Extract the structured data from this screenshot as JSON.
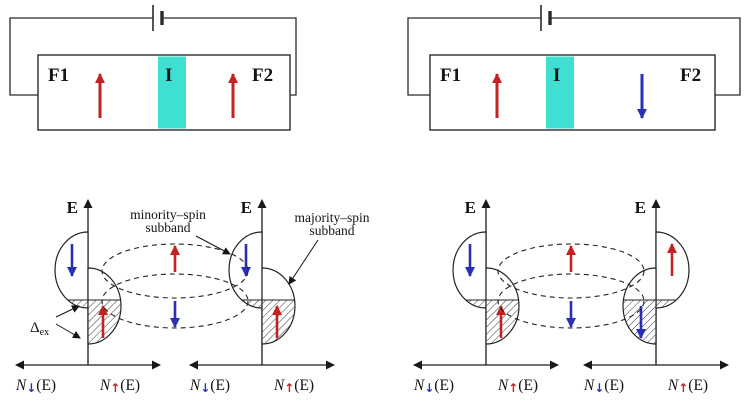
{
  "colors": {
    "spin_up_red": "#c32222",
    "spin_down_blue": "#2a30b5",
    "insulator_cyan": "#3fe0d2",
    "line_black": "#1a1a1a"
  },
  "junction": {
    "left_electrode": "F1",
    "insulator": "I",
    "right_electrode": "F2"
  },
  "dos": {
    "energy_axis": "E",
    "n_symbol": "N",
    "of_energy": "(E)",
    "down_arrow": "↓",
    "up_arrow": "↑",
    "exchange_splitting": "Δ",
    "exchange_splitting_sub": "ex",
    "minority_line1": "minority–spin",
    "minority_line2": "subband",
    "majority_line1": "majority–spin",
    "majority_line2": "subband"
  }
}
